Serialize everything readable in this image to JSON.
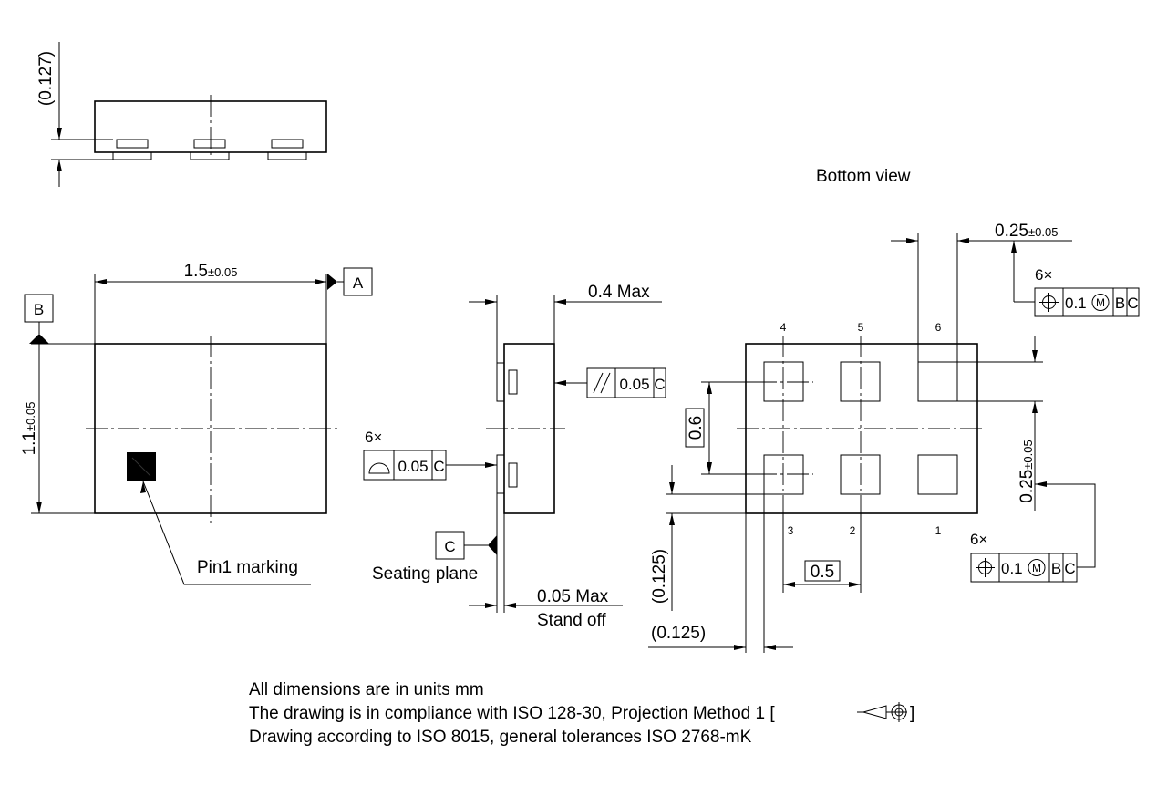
{
  "side_view_top": {
    "dim_0127": "(0.127)"
  },
  "top_view": {
    "width_value": "1.5",
    "width_tol": "±0.05",
    "height_value": "1.1",
    "height_tol": "±0.05",
    "datum_a": "A",
    "datum_b": "B",
    "pin1_label": "Pin1 marking"
  },
  "side_view": {
    "max_height": "0.4 Max",
    "parallel_value": "0.05",
    "parallel_datum": "C",
    "profile_count": "6×",
    "profile_value": "0.05",
    "profile_datum": "C",
    "datum_c": "C",
    "seating_plane": "Seating plane",
    "standoff_value": "0.05 Max",
    "standoff_label": "Stand off"
  },
  "bottom_view": {
    "title": "Bottom view",
    "pad_width_value": "0.25",
    "pad_width_tol": "±0.05",
    "pos_count_top": "6×",
    "pos_value_top": "0.1",
    "pos_mod_top": "M",
    "pos_datum1_top": "B",
    "pos_datum2_top": "C",
    "pad_height_value": "0.25",
    "pad_height_tol": "±0.05",
    "pos_count_right": "6×",
    "pos_value_right": "0.1",
    "pos_mod_right": "M",
    "pos_datum1_right": "B",
    "pos_datum2_right": "C",
    "pitch_vertical": "0.6",
    "pitch_horizontal": "0.5",
    "offset_vertical": "(0.125)",
    "offset_horizontal": "(0.125)",
    "pins_top": [
      "4",
      "5",
      "6"
    ],
    "pins_bottom": [
      "3",
      "2",
      "1"
    ]
  },
  "notes": {
    "line1": "All dimensions are in units mm",
    "line2": "The drawing is in compliance with ISO 128-30, Projection Method 1 [",
    "line2_end": "]",
    "line3": "Drawing according to ISO 8015, general tolerances ISO 2768-mK"
  }
}
